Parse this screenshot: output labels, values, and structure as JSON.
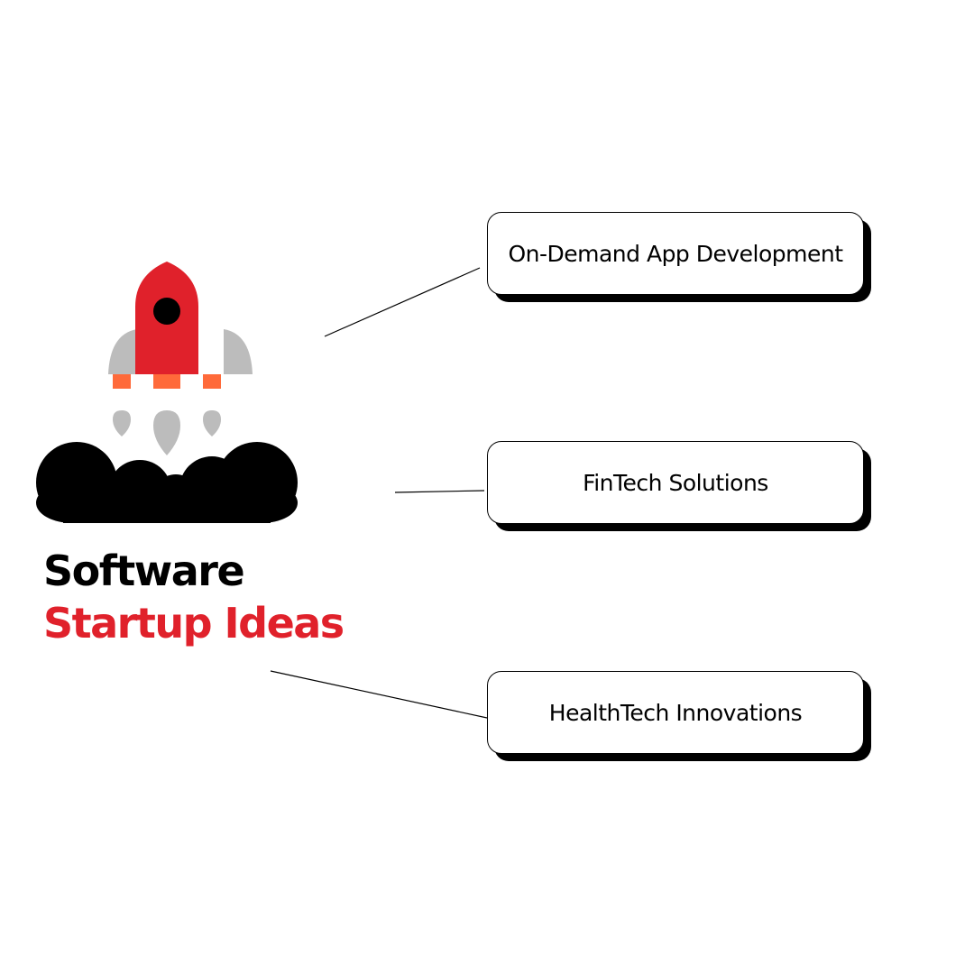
{
  "title": {
    "line1": "Software",
    "line2": "Startup Ideas"
  },
  "colors": {
    "accent_red": "#e0212b",
    "wing_gray": "#bcbcbc",
    "flame_orange": "#ff6a3a",
    "cloud_black": "#000000"
  },
  "icon": "rocket-launch-icon",
  "ideas": [
    {
      "label": "On-Demand App Development"
    },
    {
      "label": "FinTech Solutions"
    },
    {
      "label": "HealthTech Innovations"
    }
  ]
}
